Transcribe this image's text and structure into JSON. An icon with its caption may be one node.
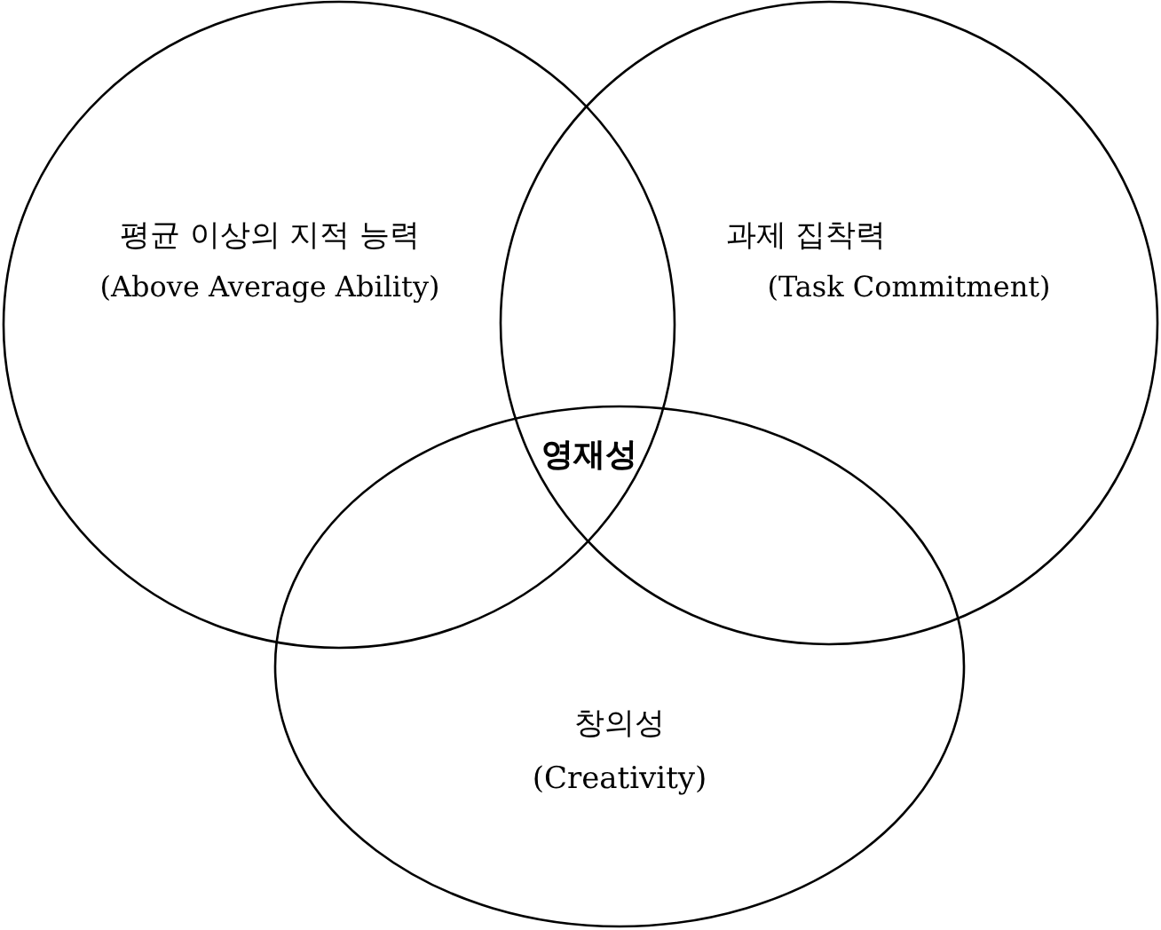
{
  "diagram": {
    "nodes": [
      {
        "text": [
          "평균 이상의 지적 능력",
          "(Above Average Ability)"
        ]
      },
      {
        "text": [
          "과제 집착력",
          "(Task Commitment)"
        ]
      },
      {
        "text": [
          "창의성",
          "(Creativity)"
        ]
      }
    ],
    "labels": [
      "영재성"
    ]
  }
}
